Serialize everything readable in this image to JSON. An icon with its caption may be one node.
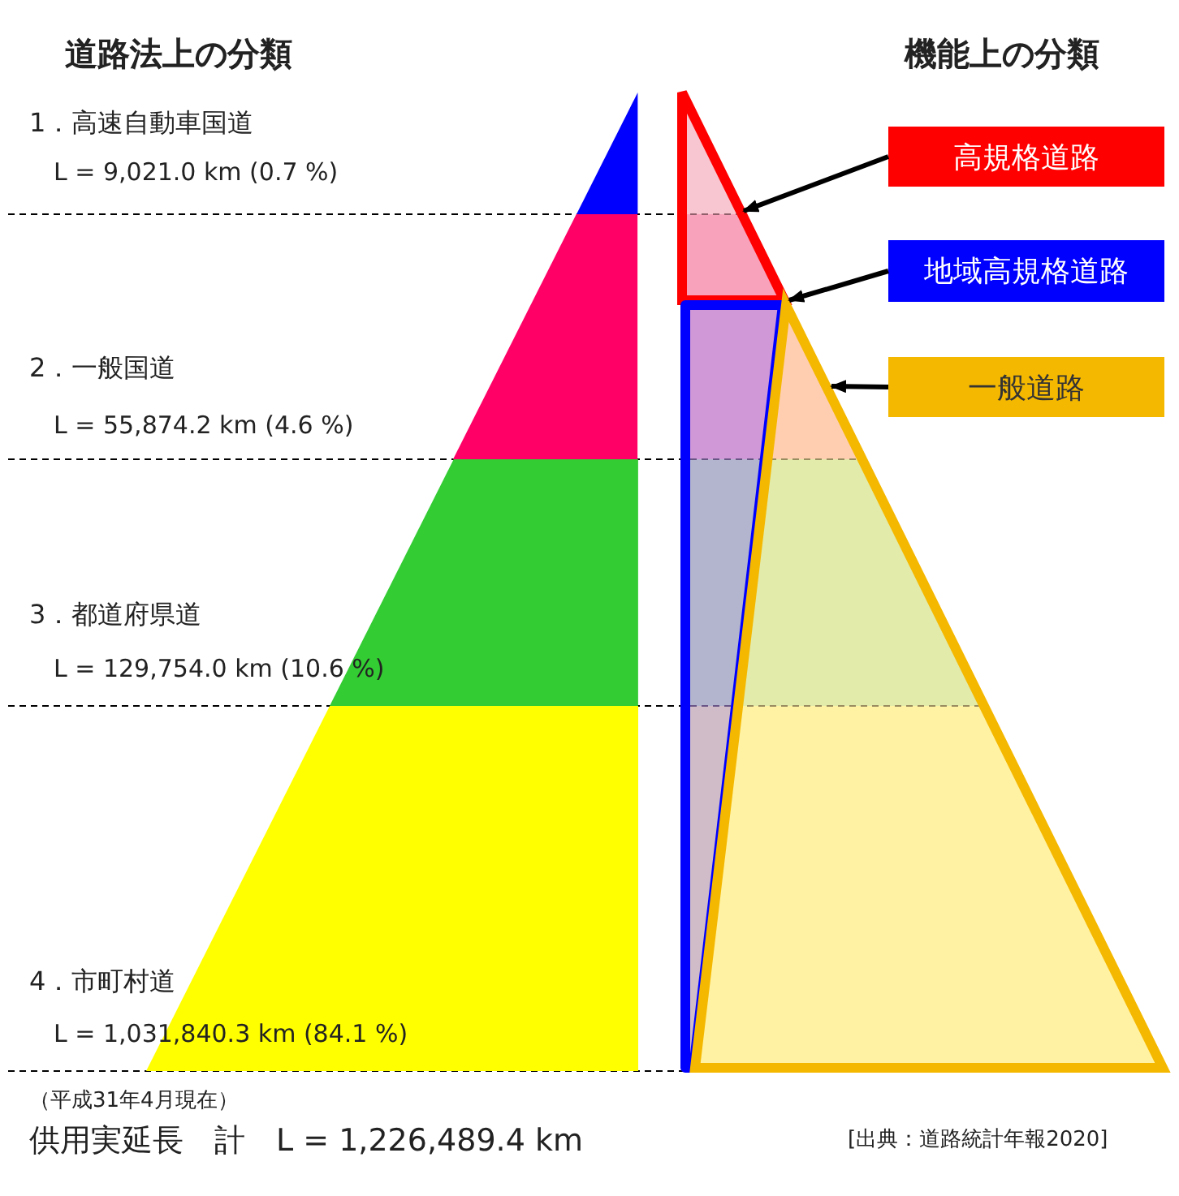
{
  "diagram": {
    "nodes": [
      {
        "text": [],
        "shape": "triangle",
        "beside": [
          "1．高速自動車国道",
          "L = 9,021.0 km (0.7 %)"
        ]
      },
      {
        "text": [],
        "shape": "band",
        "beside": [
          "2．一般国道",
          "L = 55,874.2 km (4.6 %)"
        ]
      },
      {
        "text": [],
        "shape": "band",
        "beside": [
          "3．都道府県道",
          "L = 129,754.0 km (10.6 %)"
        ]
      },
      {
        "text": [
          "L = 1,031,840.3 km (84.1 %)"
        ],
        "beside": [
          "4．市町村道"
        ]
      },
      {
        "text": [
          "高規格道路"
        ]
      },
      {
        "text": [
          "地域高規格道路"
        ]
      },
      {
        "text": [
          "一般道路"
        ]
      },
      {
        "text": [],
        "shape": "triangle"
      },
      {
        "text": [],
        "shape": "polygon"
      },
      {
        "text": [],
        "shape": "triangle"
      }
    ],
    "edges": [
      {
        "from": 4,
        "to": 7,
        "arrow": "to"
      },
      {
        "from": 5,
        "to": 8,
        "arrow": "to"
      },
      {
        "from": 6,
        "to": 9,
        "arrow": "to"
      }
    ],
    "labels": [
      "道路法上の分類",
      "機能上の分類",
      "（平成31年4月現在）",
      "供用実延長　計　L = 1,226,489.4 km",
      "[出典：道路統計年報2020]"
    ]
  }
}
